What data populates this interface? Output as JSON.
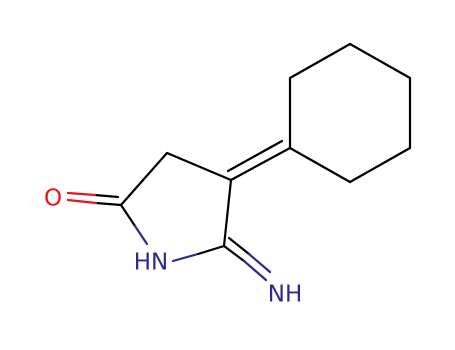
{
  "molecule": {
    "atoms": {
      "oxygen": {
        "label": "O",
        "color": "#e8141e"
      },
      "ring_nitrogen": {
        "label": "HN",
        "color": "#2b2a8f"
      },
      "imine_nitrogen": {
        "label": "NH",
        "color": "#2b2a8f"
      }
    },
    "bond_colors": {
      "carbon": "#000000",
      "oxygen": "#e8141e",
      "nitrogen": "#2b2a8f"
    }
  }
}
